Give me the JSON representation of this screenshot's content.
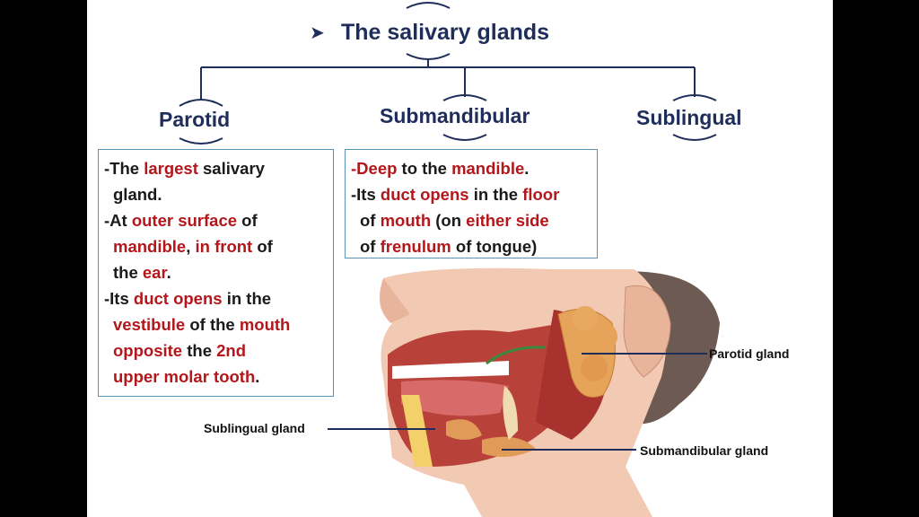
{
  "title": "The salivary glands",
  "headings": {
    "parotid": "Parotid",
    "submandibular": "Submandibular",
    "sublingual": "Sublingual"
  },
  "parotid_box": [
    [
      {
        "t": "-The ",
        "r": false
      },
      {
        "t": "largest",
        "r": true
      },
      {
        "t": " salivary",
        "r": false
      }
    ],
    [
      {
        "t": "gland.",
        "r": false
      }
    ],
    [
      {
        "t": "-At ",
        "r": false
      },
      {
        "t": "outer surface",
        "r": true
      },
      {
        "t": " of",
        "r": false
      }
    ],
    [
      {
        "t": "mandible",
        "r": true
      },
      {
        "t": ", ",
        "r": false
      },
      {
        "t": "in front",
        "r": true
      },
      {
        "t": " of",
        "r": false
      }
    ],
    [
      {
        "t": "the ",
        "r": false
      },
      {
        "t": "ear",
        "r": true
      },
      {
        "t": ".",
        "r": false
      }
    ],
    [
      {
        "t": "-Its ",
        "r": false
      },
      {
        "t": "duct opens",
        "r": true
      },
      {
        "t": " in the",
        "r": false
      }
    ],
    [
      {
        "t": "vestibule",
        "r": true
      },
      {
        "t": " of the ",
        "r": false
      },
      {
        "t": "mouth",
        "r": true
      }
    ],
    [
      {
        "t": "opposite",
        "r": true
      },
      {
        "t": " the ",
        "r": false
      },
      {
        "t": "2nd",
        "r": true
      }
    ],
    [
      {
        "t": "upper molar tooth",
        "r": true
      },
      {
        "t": ".",
        "r": false
      }
    ]
  ],
  "submandibular_box": [
    [
      {
        "t": "-",
        "r": true
      },
      {
        "t": "Deep",
        "r": true
      },
      {
        "t": " to the ",
        "r": false
      },
      {
        "t": "mandible",
        "r": true
      },
      {
        "t": ".",
        "r": false
      }
    ],
    [
      {
        "t": "-Its ",
        "r": false
      },
      {
        "t": "duct opens",
        "r": true
      },
      {
        "t": " in the ",
        "r": false
      },
      {
        "t": "floor",
        "r": true
      }
    ],
    [
      {
        "t": "of ",
        "r": false
      },
      {
        "t": "mouth",
        "r": true
      },
      {
        "t": " (on ",
        "r": false
      },
      {
        "t": "either side",
        "r": true
      }
    ],
    [
      {
        "t": "of ",
        "r": false
      },
      {
        "t": "frenulum",
        "r": true
      },
      {
        "t": " of tongue)",
        "r": false
      }
    ]
  ],
  "figure_labels": {
    "parotid": "Parotid gland",
    "sublingual": "Sublingual gland",
    "submandibular": "Submandibular gland"
  },
  "colors": {
    "navy": "#1f2d5a",
    "red": "#b3171b",
    "box_border": "#5b93b8"
  }
}
